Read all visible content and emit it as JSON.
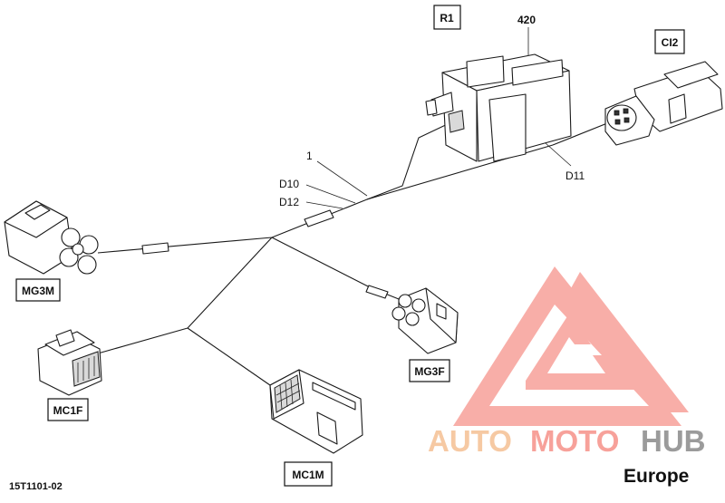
{
  "diagram": {
    "drawing_number": "15T1101-02",
    "connector_labels": {
      "r1": "R1",
      "ci2": "CI2",
      "mg3m": "MG3M",
      "mg3f": "MG3F",
      "mc1f": "MC1F",
      "mc1m": "MC1M"
    },
    "callouts": {
      "part_420": "420",
      "item_1": "1",
      "d10": "D10",
      "d12": "D12",
      "d11": "D11"
    }
  },
  "watermark": {
    "word_auto": "AUTO",
    "word_moto": "MOTO",
    "word_hub": "HUB",
    "region": "Europe",
    "colors": {
      "triangle": "#f7a19a",
      "auto": "#f6c9a3",
      "moto": "#f7a19a",
      "hub": "#9b9b9b"
    }
  }
}
